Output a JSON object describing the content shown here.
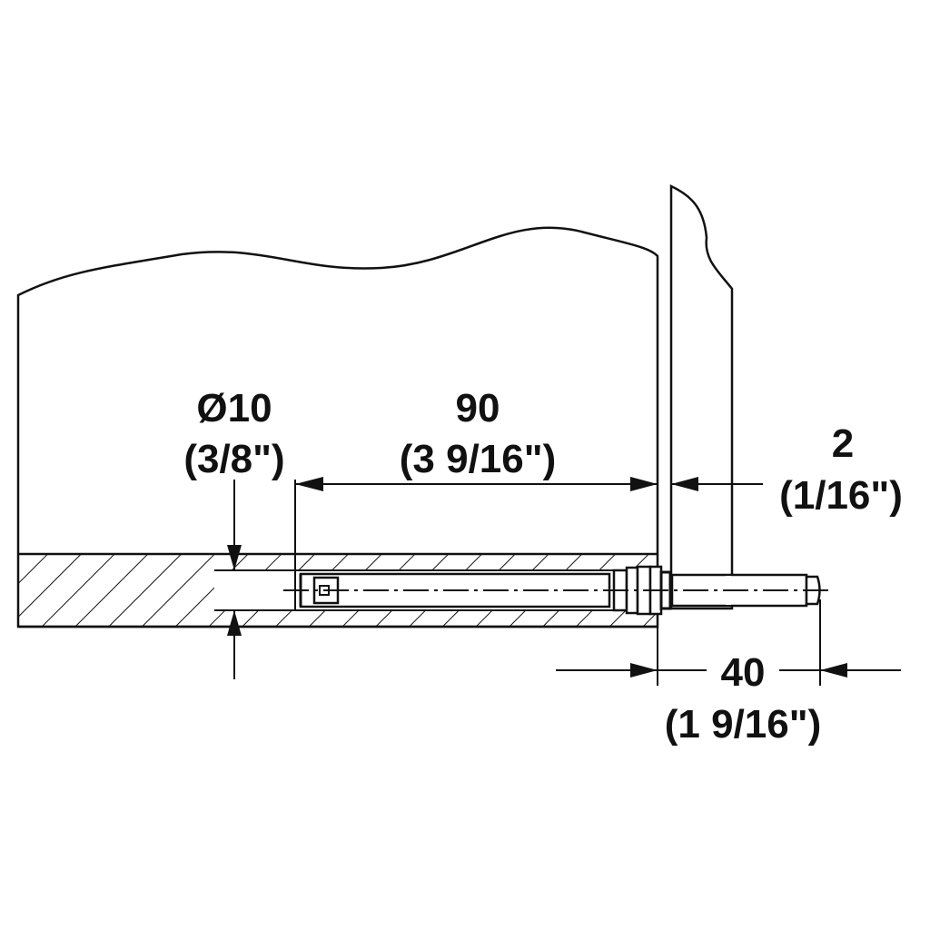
{
  "colors": {
    "line": "#111111",
    "background": "#ffffff"
  },
  "dimensions": {
    "bore_diameter": {
      "metric": "Ø10",
      "imperial": "(3/8\")"
    },
    "drill_depth": {
      "metric": "90",
      "imperial": "(3 9/16\")"
    },
    "door_gap": {
      "metric": "2",
      "imperial": "(1/16\")"
    },
    "projection": {
      "metric": "40",
      "imperial": "(1 9/16\")"
    }
  }
}
